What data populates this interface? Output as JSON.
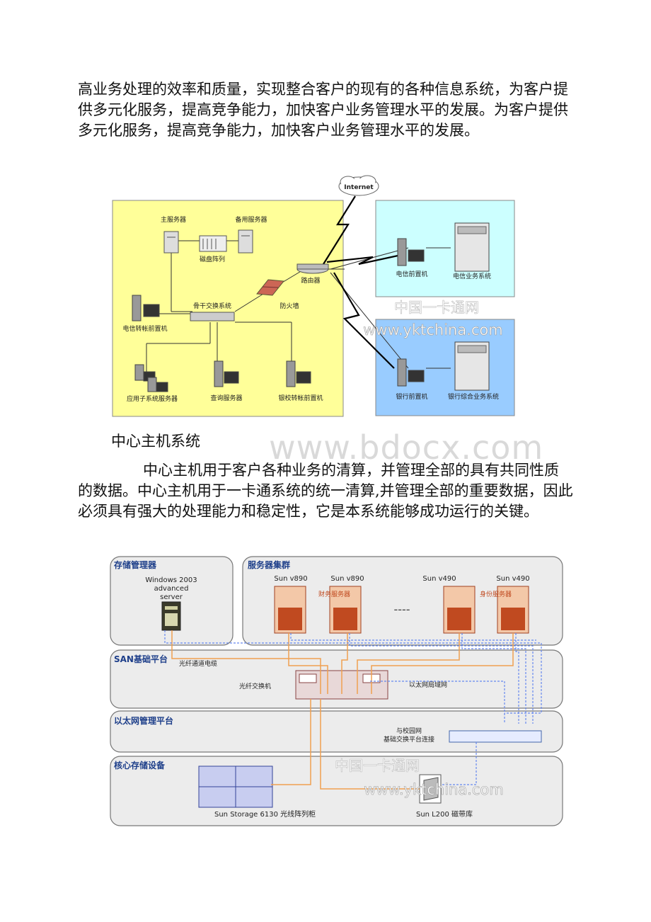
{
  "paragraph1": "高业务处理的效率和质量，实现整合客户的现有的各种信息系统，为客户提供多元化服务，提高竞争能力，加快客户业务管理水平的发展。为客户提供多元化服务，提高竞争能力，加快客户业务管理水平的发展。",
  "section_heading": "中心主机系统",
  "paragraph2": "中心主机用于客户各种业务的清算，并管理全部的具有共同性质的数据。中心主机用于一卡通系统的统一清算,并管理全部的重要数据，因此必须具有强大的处理能力和稳定性，它是本系统能够成功运行的关键。",
  "watermark_page": "www.bdocx.com",
  "diagram1": {
    "internet": "Internet",
    "main_server": "主服务器",
    "backup_server": "备用服务器",
    "disk_array": "磁盘阵列",
    "router": "路由器",
    "firewall": "防火墙",
    "backbone_switch": "骨干交换系统",
    "telecom_transfer_front": "电信转帐前置机",
    "app_subsystem_servers": "应用子系统服务器",
    "query_server": "查询服务器",
    "bank_transfer_front": "银校转帐前置机",
    "telecom_front": "电信前置机",
    "telecom_business": "电信业务系统",
    "bank_front": "银行前置机",
    "bank_business": "银行综合业务系统",
    "wm_cn": "中国一卡通网",
    "wm_en": "www.yktchina.com"
  },
  "diagram2": {
    "storage_mgr": "存储管理器",
    "win_line1": "Windows 2003",
    "win_line2": "advanced",
    "win_line3": "server",
    "server_cluster": "服务器集群",
    "sun1": "Sun v890",
    "sun2": "Sun v890",
    "sun3": "Sun v490",
    "sun4": "Sun v490",
    "finance_server": "财务服务器",
    "identity_server": "身份服务器",
    "dashes": "----",
    "san": "SAN基础平台",
    "fiber_cable": "光纤通道电缆",
    "fiber_switch": "光纤交换机",
    "ethernet_lan": "以太网局域网",
    "eth_mgmt": "以太网管理平台",
    "campus_line1": "与校园网",
    "campus_line2": "基础交换平台连接",
    "core_storage": "核心存储设备",
    "sun_storage": "Sun Storage 6130 光线阵列柜",
    "sun_l200": "Sun L200 磁带库",
    "wm_cn": "中国一卡通网",
    "wm_en": "www.yktchina.com"
  },
  "colors": {
    "yellow_panel": "#ffff99",
    "cyan_panel": "#ccffff",
    "blue_panel": "#99ccff",
    "fiber_orange": "#f0a050",
    "ethernet_blue": "#6688ee",
    "header_blue": "#1e3f8a"
  }
}
